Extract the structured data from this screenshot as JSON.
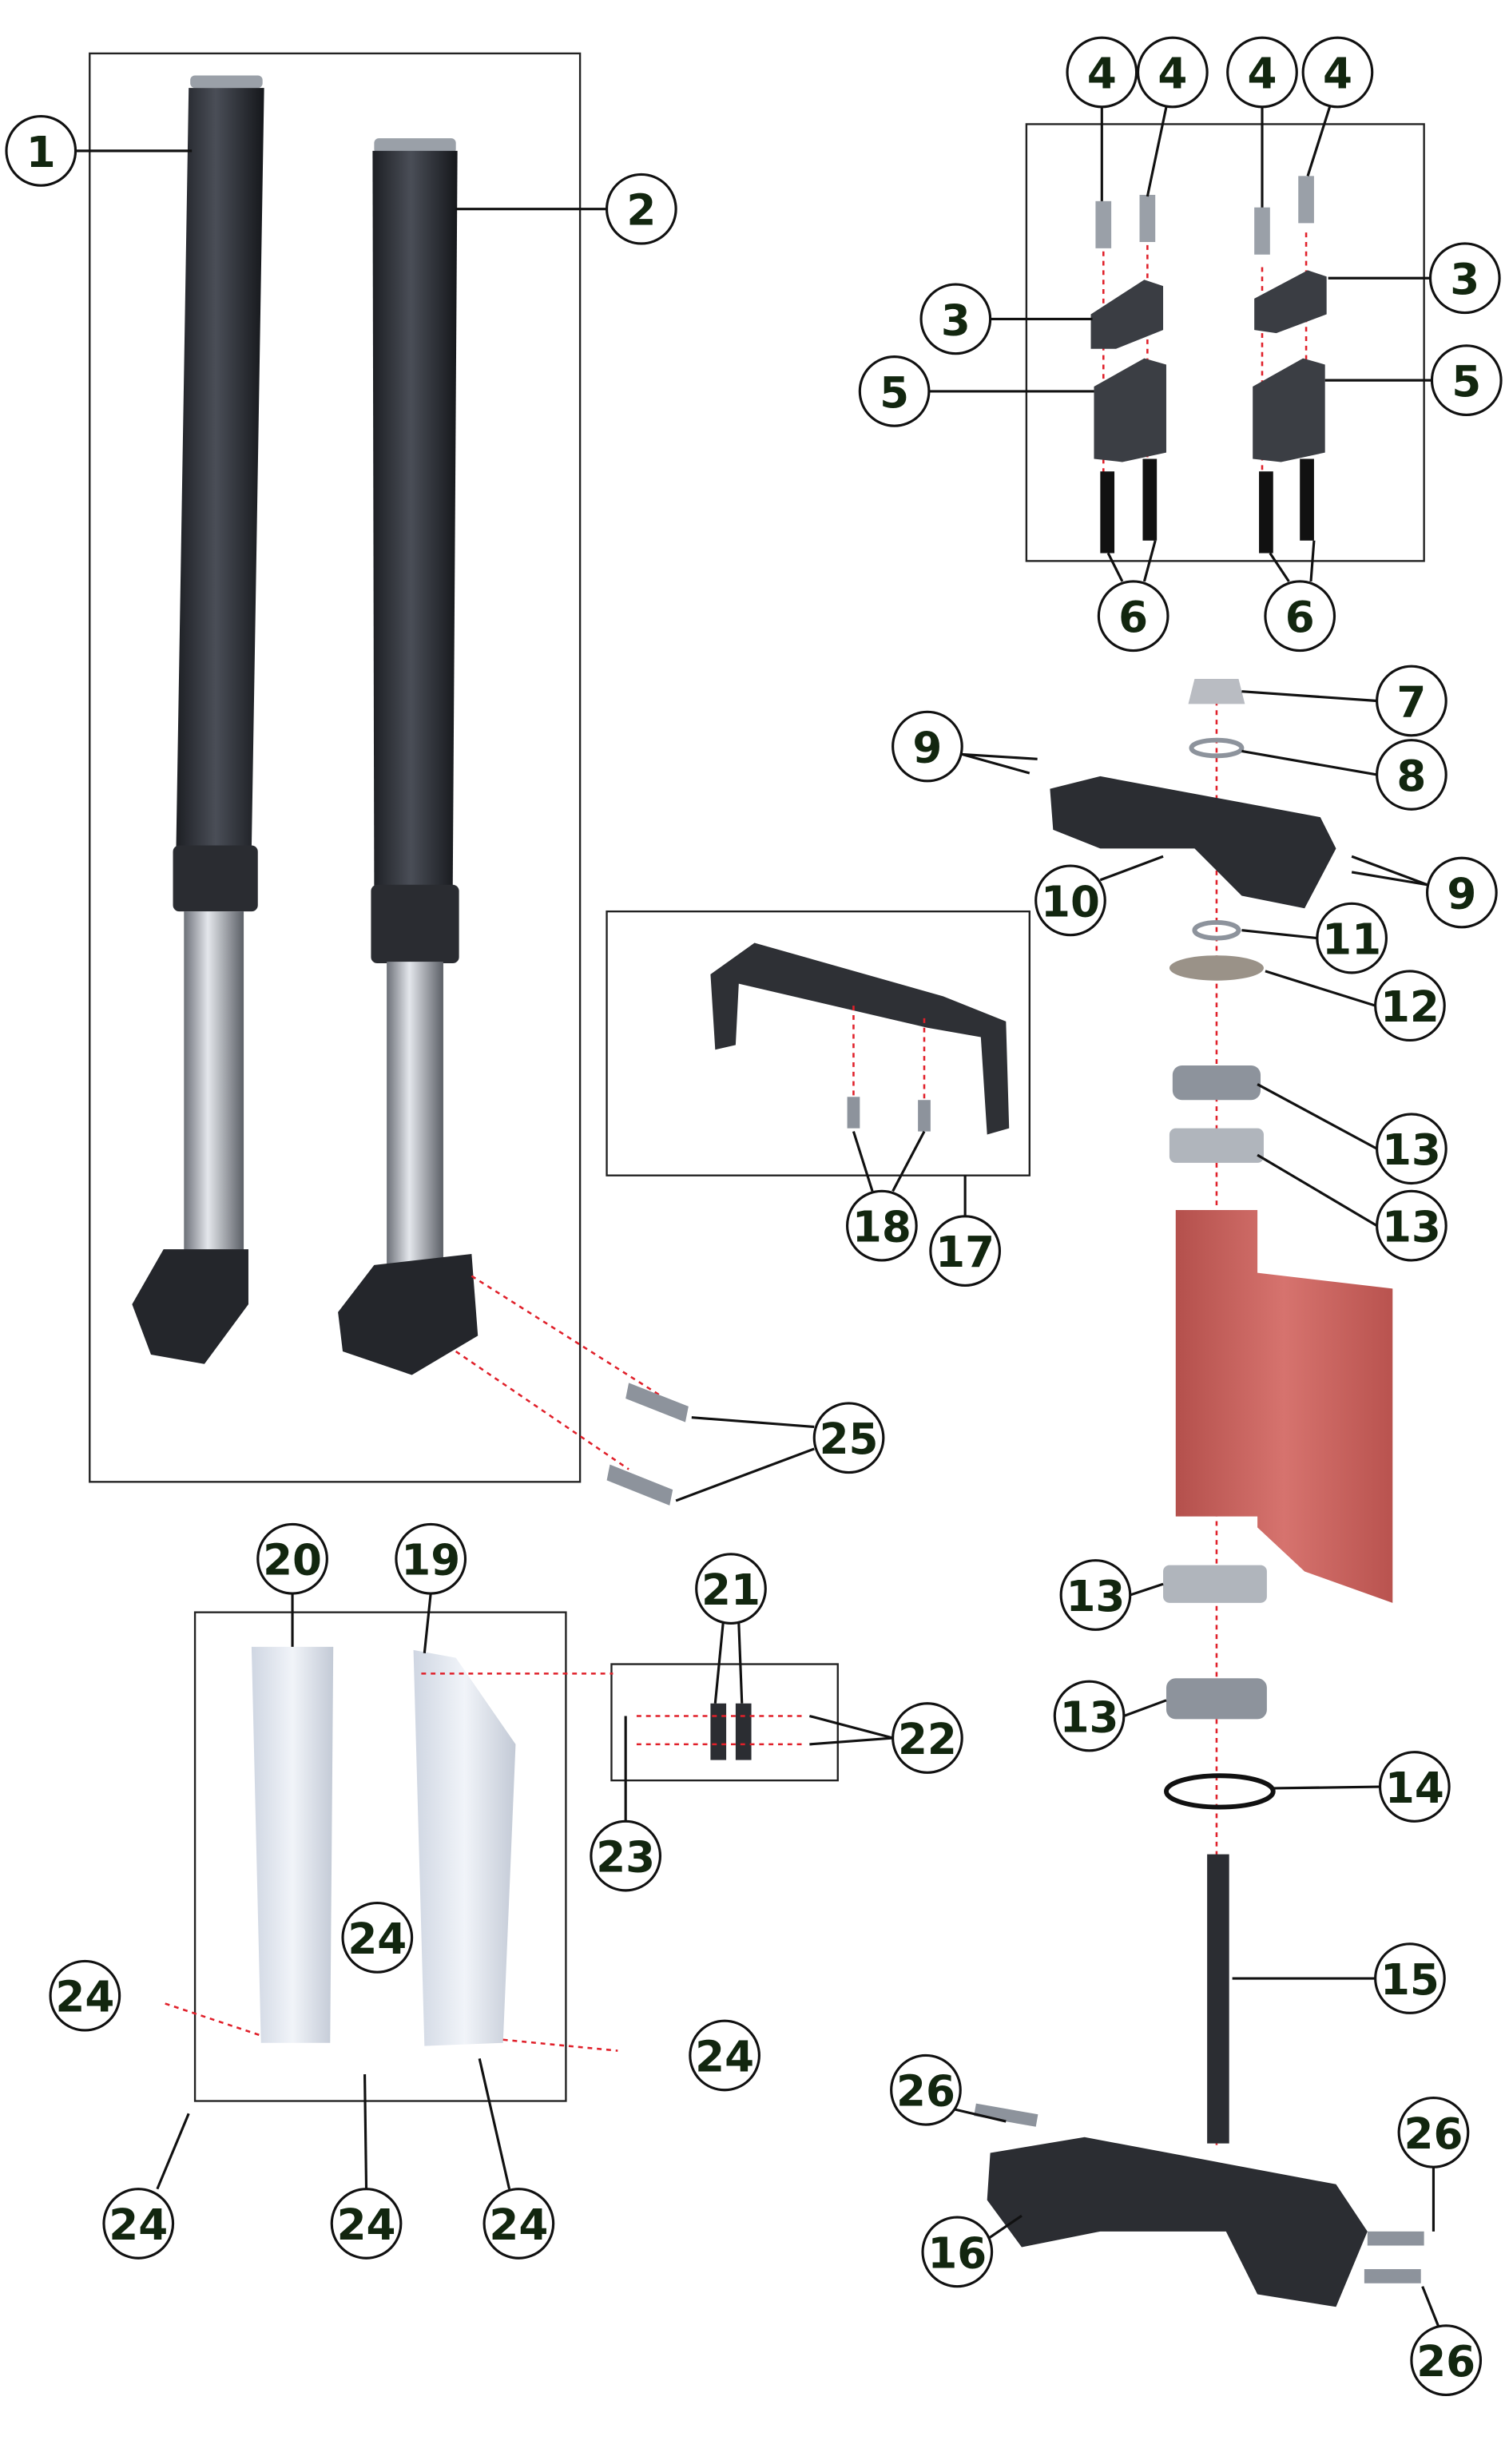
{
  "title": "Front fork and triple clamp exploded parts diagram",
  "colors": {
    "callout_text": "#12260f",
    "frame": "#c9625e",
    "guide_line": "#e0202a"
  },
  "callouts": [
    "1",
    "2",
    "4",
    "4",
    "4",
    "4",
    "3",
    "3",
    "5",
    "5",
    "6",
    "6",
    "7",
    "8",
    "9",
    "9",
    "10",
    "11",
    "12",
    "13",
    "13",
    "13",
    "13",
    "17",
    "18",
    "25",
    "20",
    "19",
    "21",
    "22",
    "23",
    "24",
    "24",
    "24",
    "24",
    "24",
    "24",
    "14",
    "15",
    "26",
    "26",
    "26",
    "16"
  ]
}
